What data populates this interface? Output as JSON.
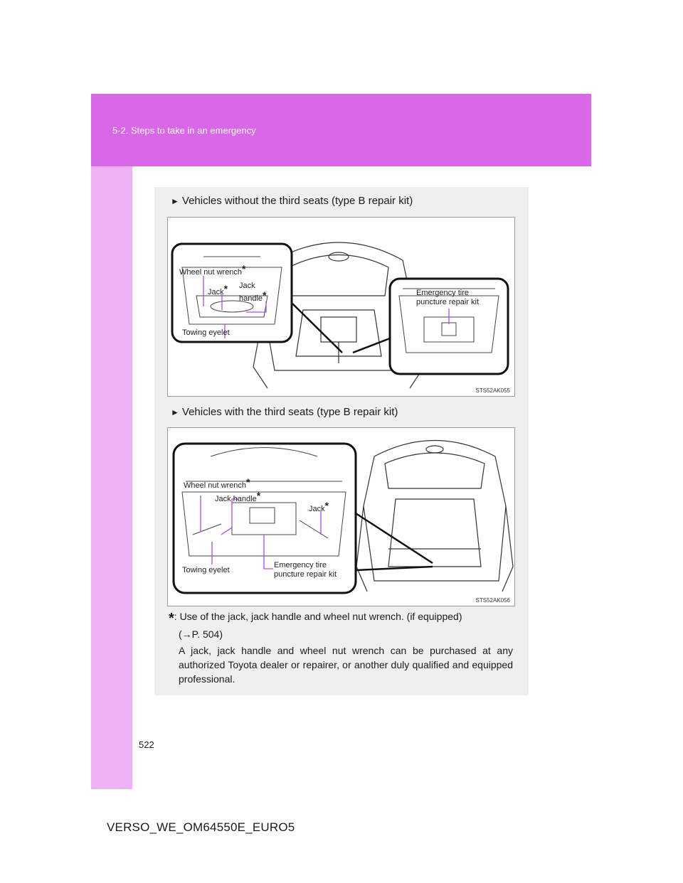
{
  "header": {
    "section": "5-2. Steps to take in an emergency"
  },
  "section1": {
    "marker": "►",
    "heading": "Vehicles without the third seats (type B repair kit)",
    "figure_code": "STS52AK055",
    "callouts": {
      "wheel_nut_wrench": "Wheel nut wrench",
      "jack": "Jack",
      "jack_handle_line1": "Jack",
      "jack_handle_line2": "handle",
      "towing_eyelet": "Towing eyelet",
      "repair_kit_line1": "Emergency tire",
      "repair_kit_line2": "puncture repair kit"
    }
  },
  "section2": {
    "marker": "►",
    "heading": "Vehicles with the third seats (type B repair kit)",
    "figure_code": "STS52AK056",
    "callouts": {
      "wheel_nut_wrench": "Wheel nut wrench",
      "jack_handle": "Jack handle",
      "jack": "Jack",
      "towing_eyelet": "Towing eyelet",
      "repair_kit_line1": "Emergency tire",
      "repair_kit_line2": "puncture repair kit"
    }
  },
  "asterisk": "*",
  "footnote": {
    "text": ": Use of the jack, jack handle and wheel nut wrench. (if equipped)",
    "ref": "(→P. 504)"
  },
  "note": "A jack, jack handle and wheel nut wrench can be purchased at any authorized Toyota dealer or repairer, or another duly qualified and equipped professional.",
  "page_number": "522",
  "document_code": "VERSO_WE_OM64550E_EURO5",
  "colors": {
    "header": "#d968e9",
    "sidebar": "#efb1f6",
    "callout_line": "#a64cf0"
  }
}
